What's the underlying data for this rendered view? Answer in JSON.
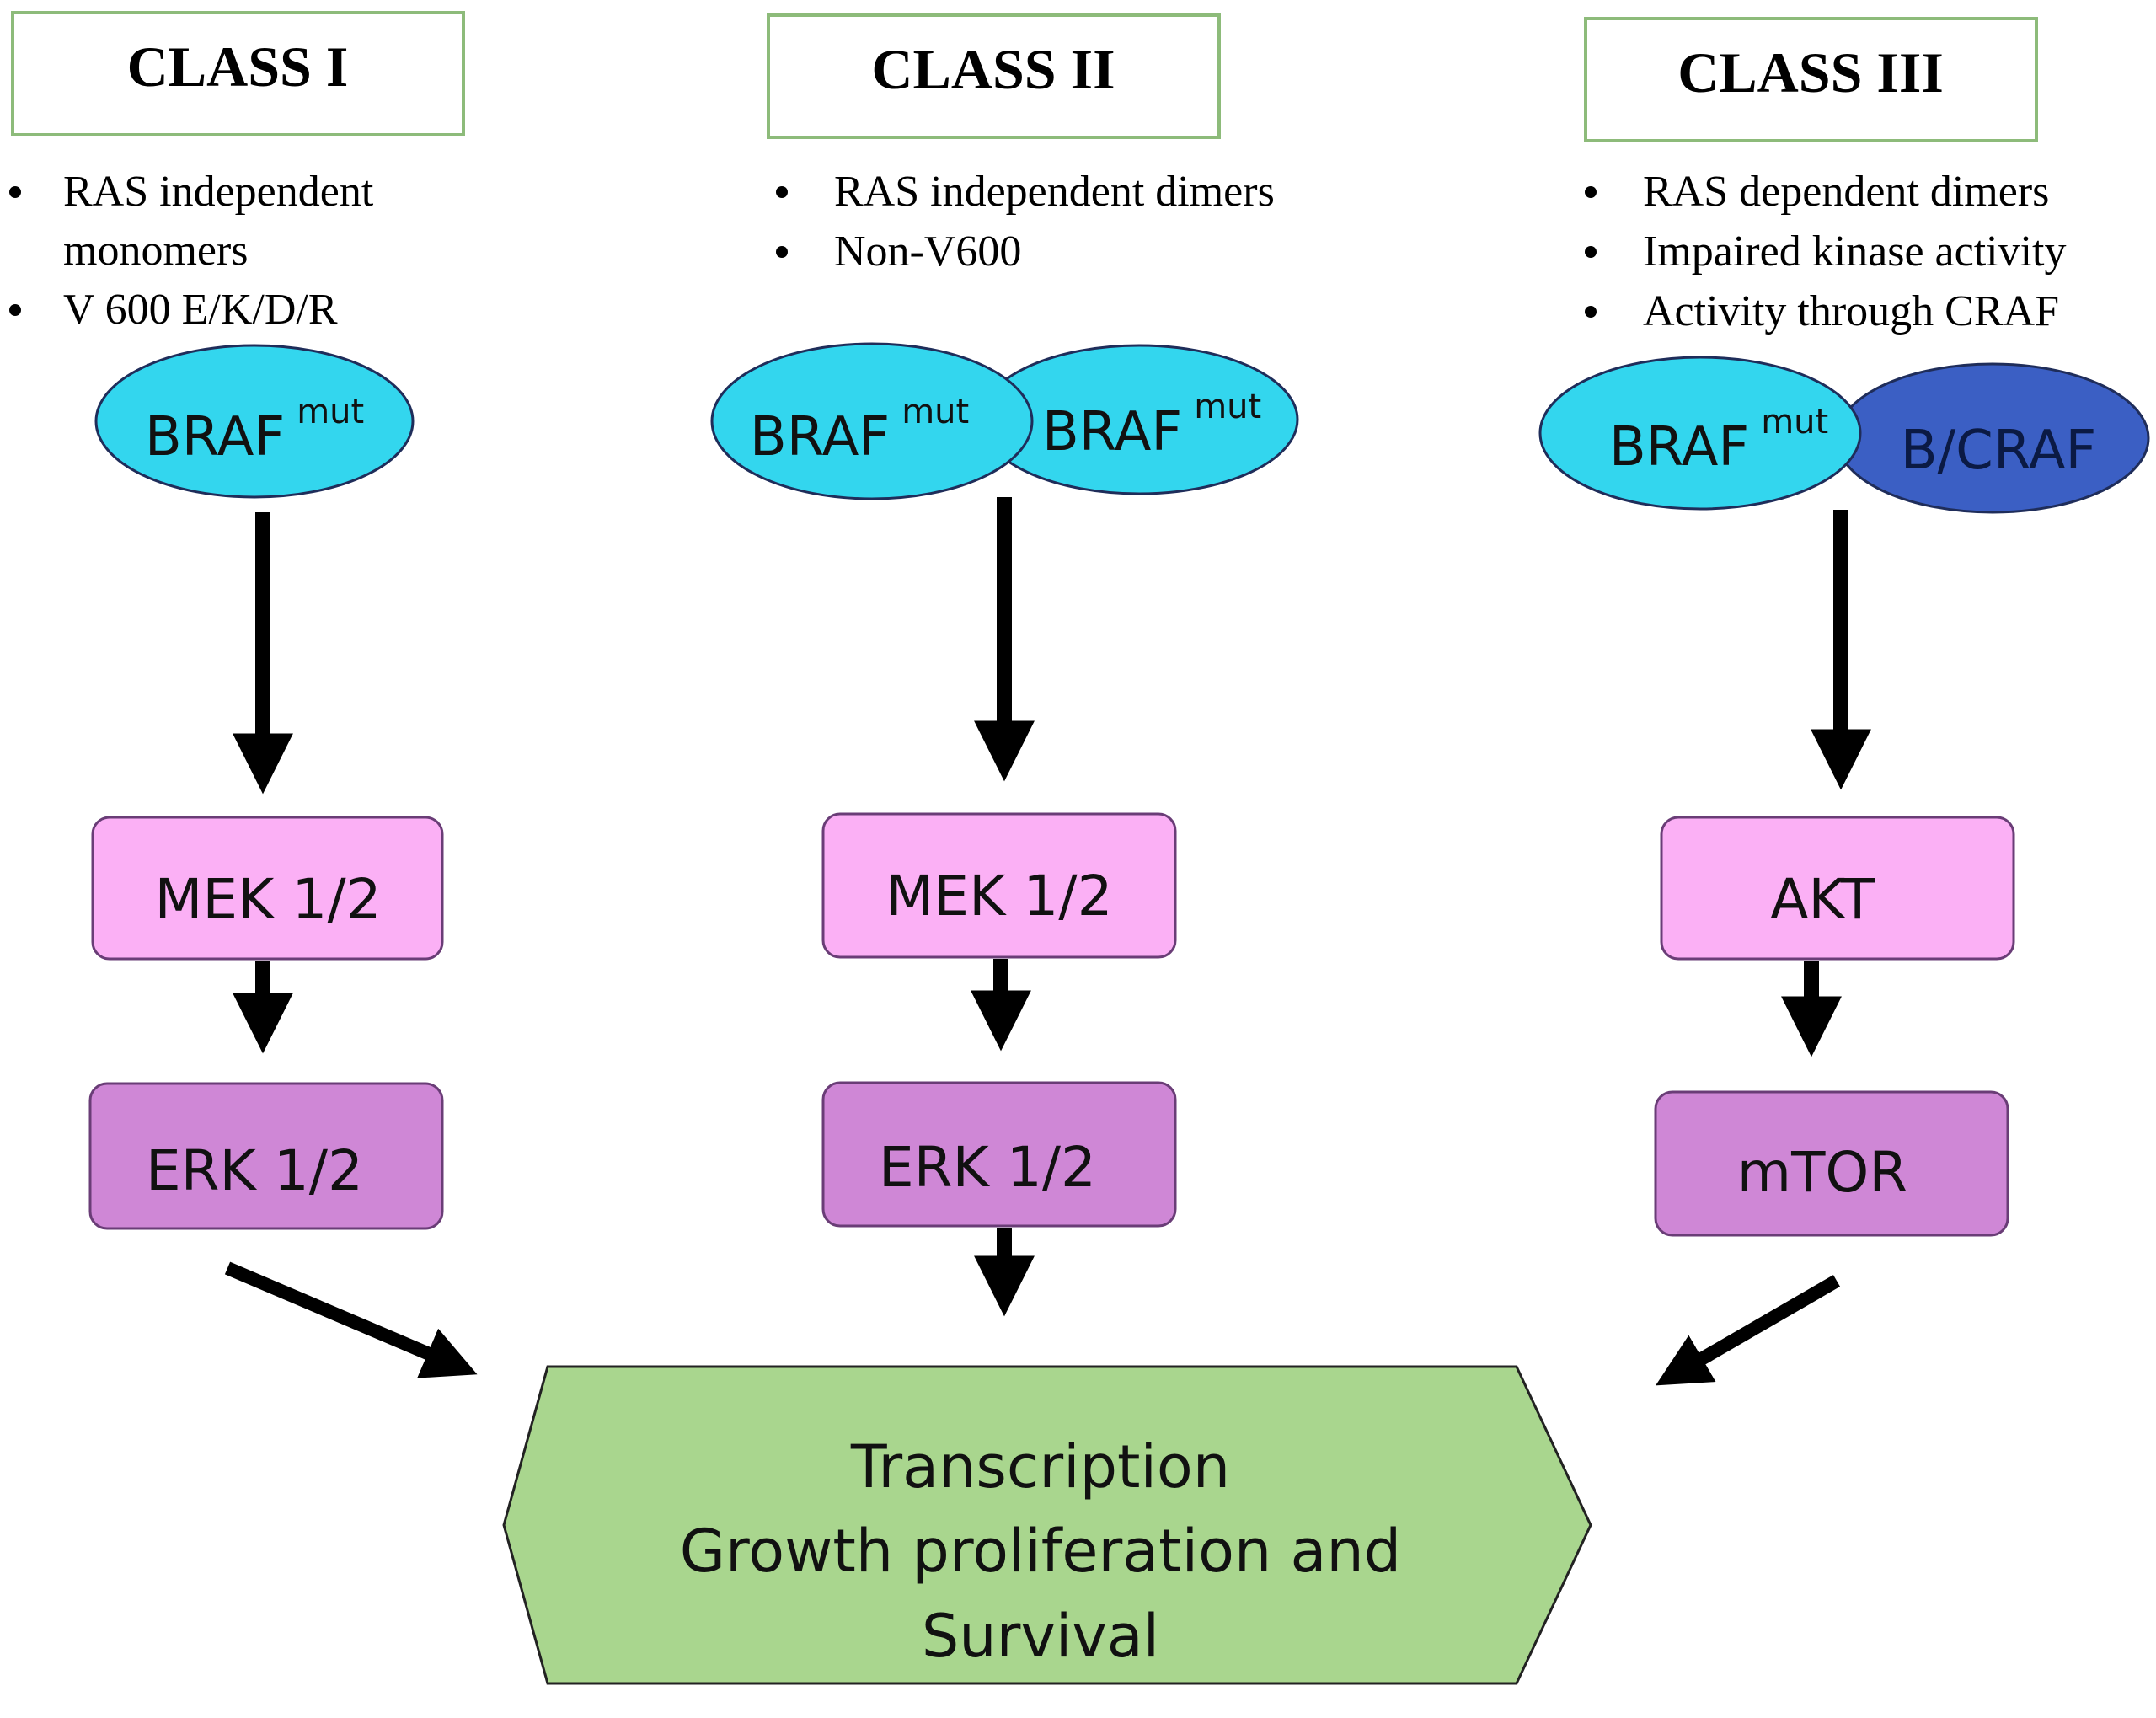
{
  "columns": [
    {
      "header": "CLASS I",
      "bullets": [
        "RAS independent",
        "monomers",
        "V 600 E/K/D/R"
      ],
      "complex": [
        {
          "name": "BRAF",
          "sup": "mut",
          "color": "#33d6ee"
        }
      ],
      "step1": {
        "label": "MEK 1/2",
        "color": "#fbb0f5"
      },
      "step2": {
        "label": "ERK 1/2",
        "color": "#cf87d6"
      }
    },
    {
      "header": "CLASS II",
      "bullets": [
        "RAS independent dimers",
        "Non-V600"
      ],
      "complex": [
        {
          "name": "BRAF",
          "sup": "mut",
          "color": "#33d6ee"
        },
        {
          "name": "BRAF",
          "sup": "mut",
          "color": "#33d6ee"
        }
      ],
      "step1": {
        "label": "MEK 1/2",
        "color": "#fbb0f5"
      },
      "step2": {
        "label": "ERK 1/2",
        "color": "#cf87d6"
      }
    },
    {
      "header": "CLASS III",
      "bullets": [
        "RAS dependent dimers",
        "Impaired kinase activity",
        "Activity through CRAF"
      ],
      "complex": [
        {
          "name": "BRAF",
          "sup": "mut",
          "color": "#33d6ee"
        },
        {
          "name": "B/CRAF",
          "sup": "",
          "color": "#3b5fc4"
        }
      ],
      "step1": {
        "label": "AKT",
        "color": "#fbb0f5"
      },
      "step2": {
        "label": "mTOR",
        "color": "#cf87d6"
      }
    }
  ],
  "outcome": {
    "lines": [
      "Transcription",
      "Growth proliferation and",
      "Survival"
    ],
    "color": "#a9d68e"
  },
  "colors": {
    "header_border": "#8dbb7a",
    "arrow": "#000000",
    "box_border": "#6a3d77",
    "ellipse_border": "#1f2d5a"
  }
}
